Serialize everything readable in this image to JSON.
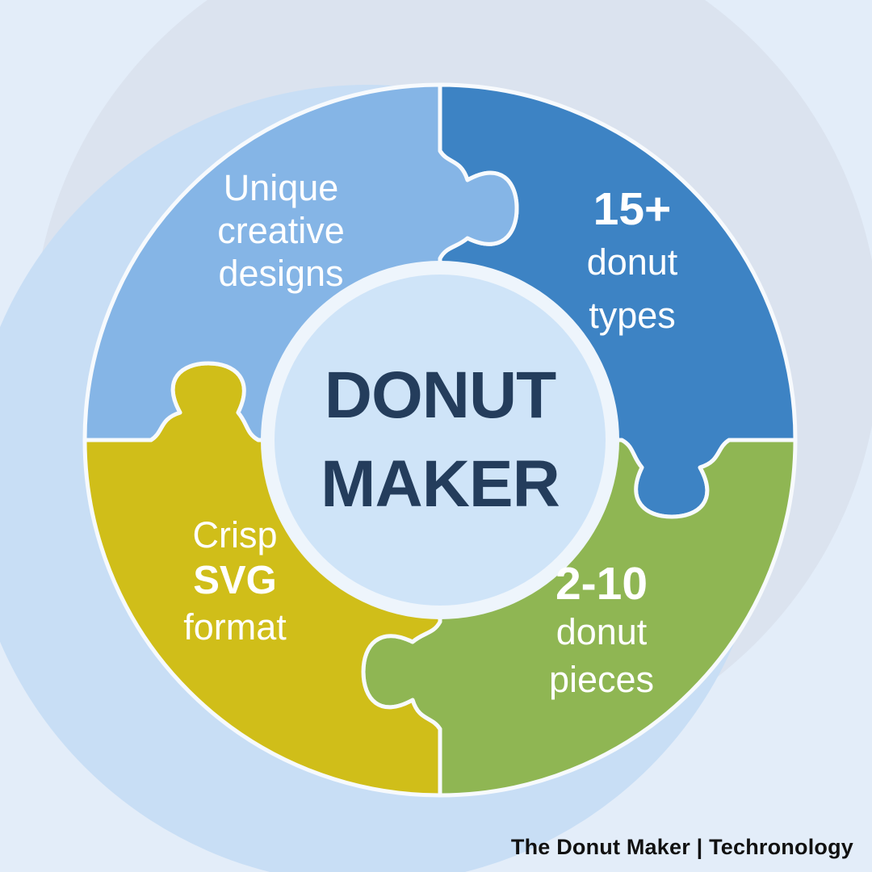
{
  "center": {
    "line1": "DONUT",
    "line2": "MAKER"
  },
  "segments": [
    {
      "name": "unique-creative-designs",
      "lines": [
        "Unique",
        "creative",
        "designs"
      ],
      "color": "#85b5e6"
    },
    {
      "name": "donut-types",
      "lines": [
        "15+",
        "donut",
        "types"
      ],
      "color": "#3d83c4"
    },
    {
      "name": "donut-pieces",
      "lines": [
        "2-10",
        "donut",
        "pieces"
      ],
      "color": "#8fb653"
    },
    {
      "name": "svg-format",
      "lines": [
        "Crisp",
        "SVG",
        "format"
      ],
      "color": "#d0be19"
    }
  ],
  "footer": {
    "brand": "The Donut Maker",
    "separator": "|",
    "company": "Techronology"
  },
  "colors": {
    "background": "#e3edf9",
    "blob_gray": "#dbe3ef",
    "blob_blue": "#c8def5",
    "seam": "#f7fafd",
    "center_ring": "#eef5fc",
    "center_fill": "#cfe4f8",
    "title_text": "#243d5c",
    "label_text": "#ffffff",
    "footer_text": "#111111"
  }
}
